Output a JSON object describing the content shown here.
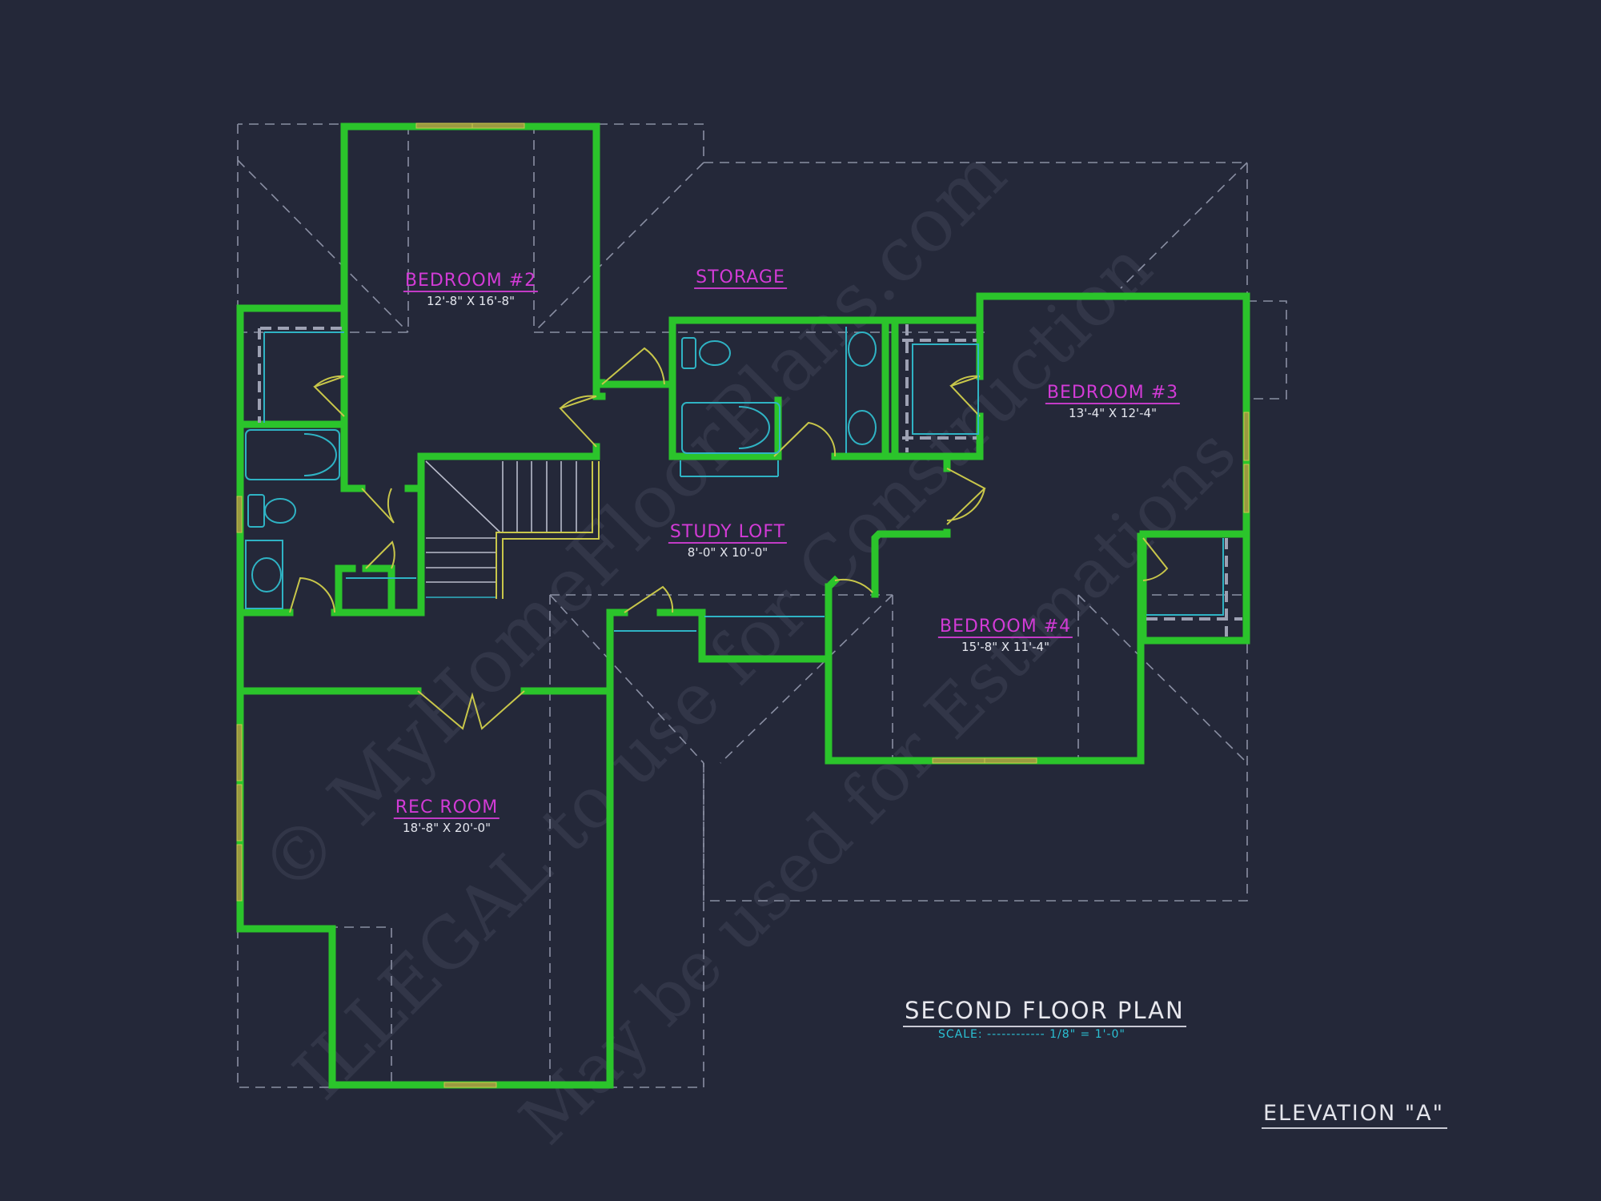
{
  "plan": {
    "title": "SECOND FLOOR PLAN",
    "scale_label": "SCALE: ------------ 1/8\" = 1'-0\"",
    "elevation": "ELEVATION \"A\""
  },
  "rooms": [
    {
      "id": "bedroom2",
      "name": "BEDROOM #2",
      "dims": "12'-8\" X 16'-8\""
    },
    {
      "id": "storage",
      "name": "STORAGE",
      "dims": ""
    },
    {
      "id": "bedroom3",
      "name": "BEDROOM #3",
      "dims": "13'-4\" X 12'-4\""
    },
    {
      "id": "studyloft",
      "name": "STUDY LOFT",
      "dims": "8'-0\" X 10'-0\""
    },
    {
      "id": "bedroom4",
      "name": "BEDROOM #4",
      "dims": "15'-8\" X 11'-4\""
    },
    {
      "id": "recroom",
      "name": "REC ROOM",
      "dims": "18'-8\" X 20'-0\""
    }
  ],
  "watermark": {
    "line1": "© MyHomeFloorPlans.com",
    "line2": "ILLEGAL to use for Construction",
    "line3": "May be used for Estimations"
  },
  "colors": {
    "background": "#242839",
    "walls": "#2bc42b",
    "room_labels": "#d23bd6",
    "fixtures": "#2fb3c4",
    "doors": "#c8c64a",
    "scale_text": "#2bc1d4"
  }
}
